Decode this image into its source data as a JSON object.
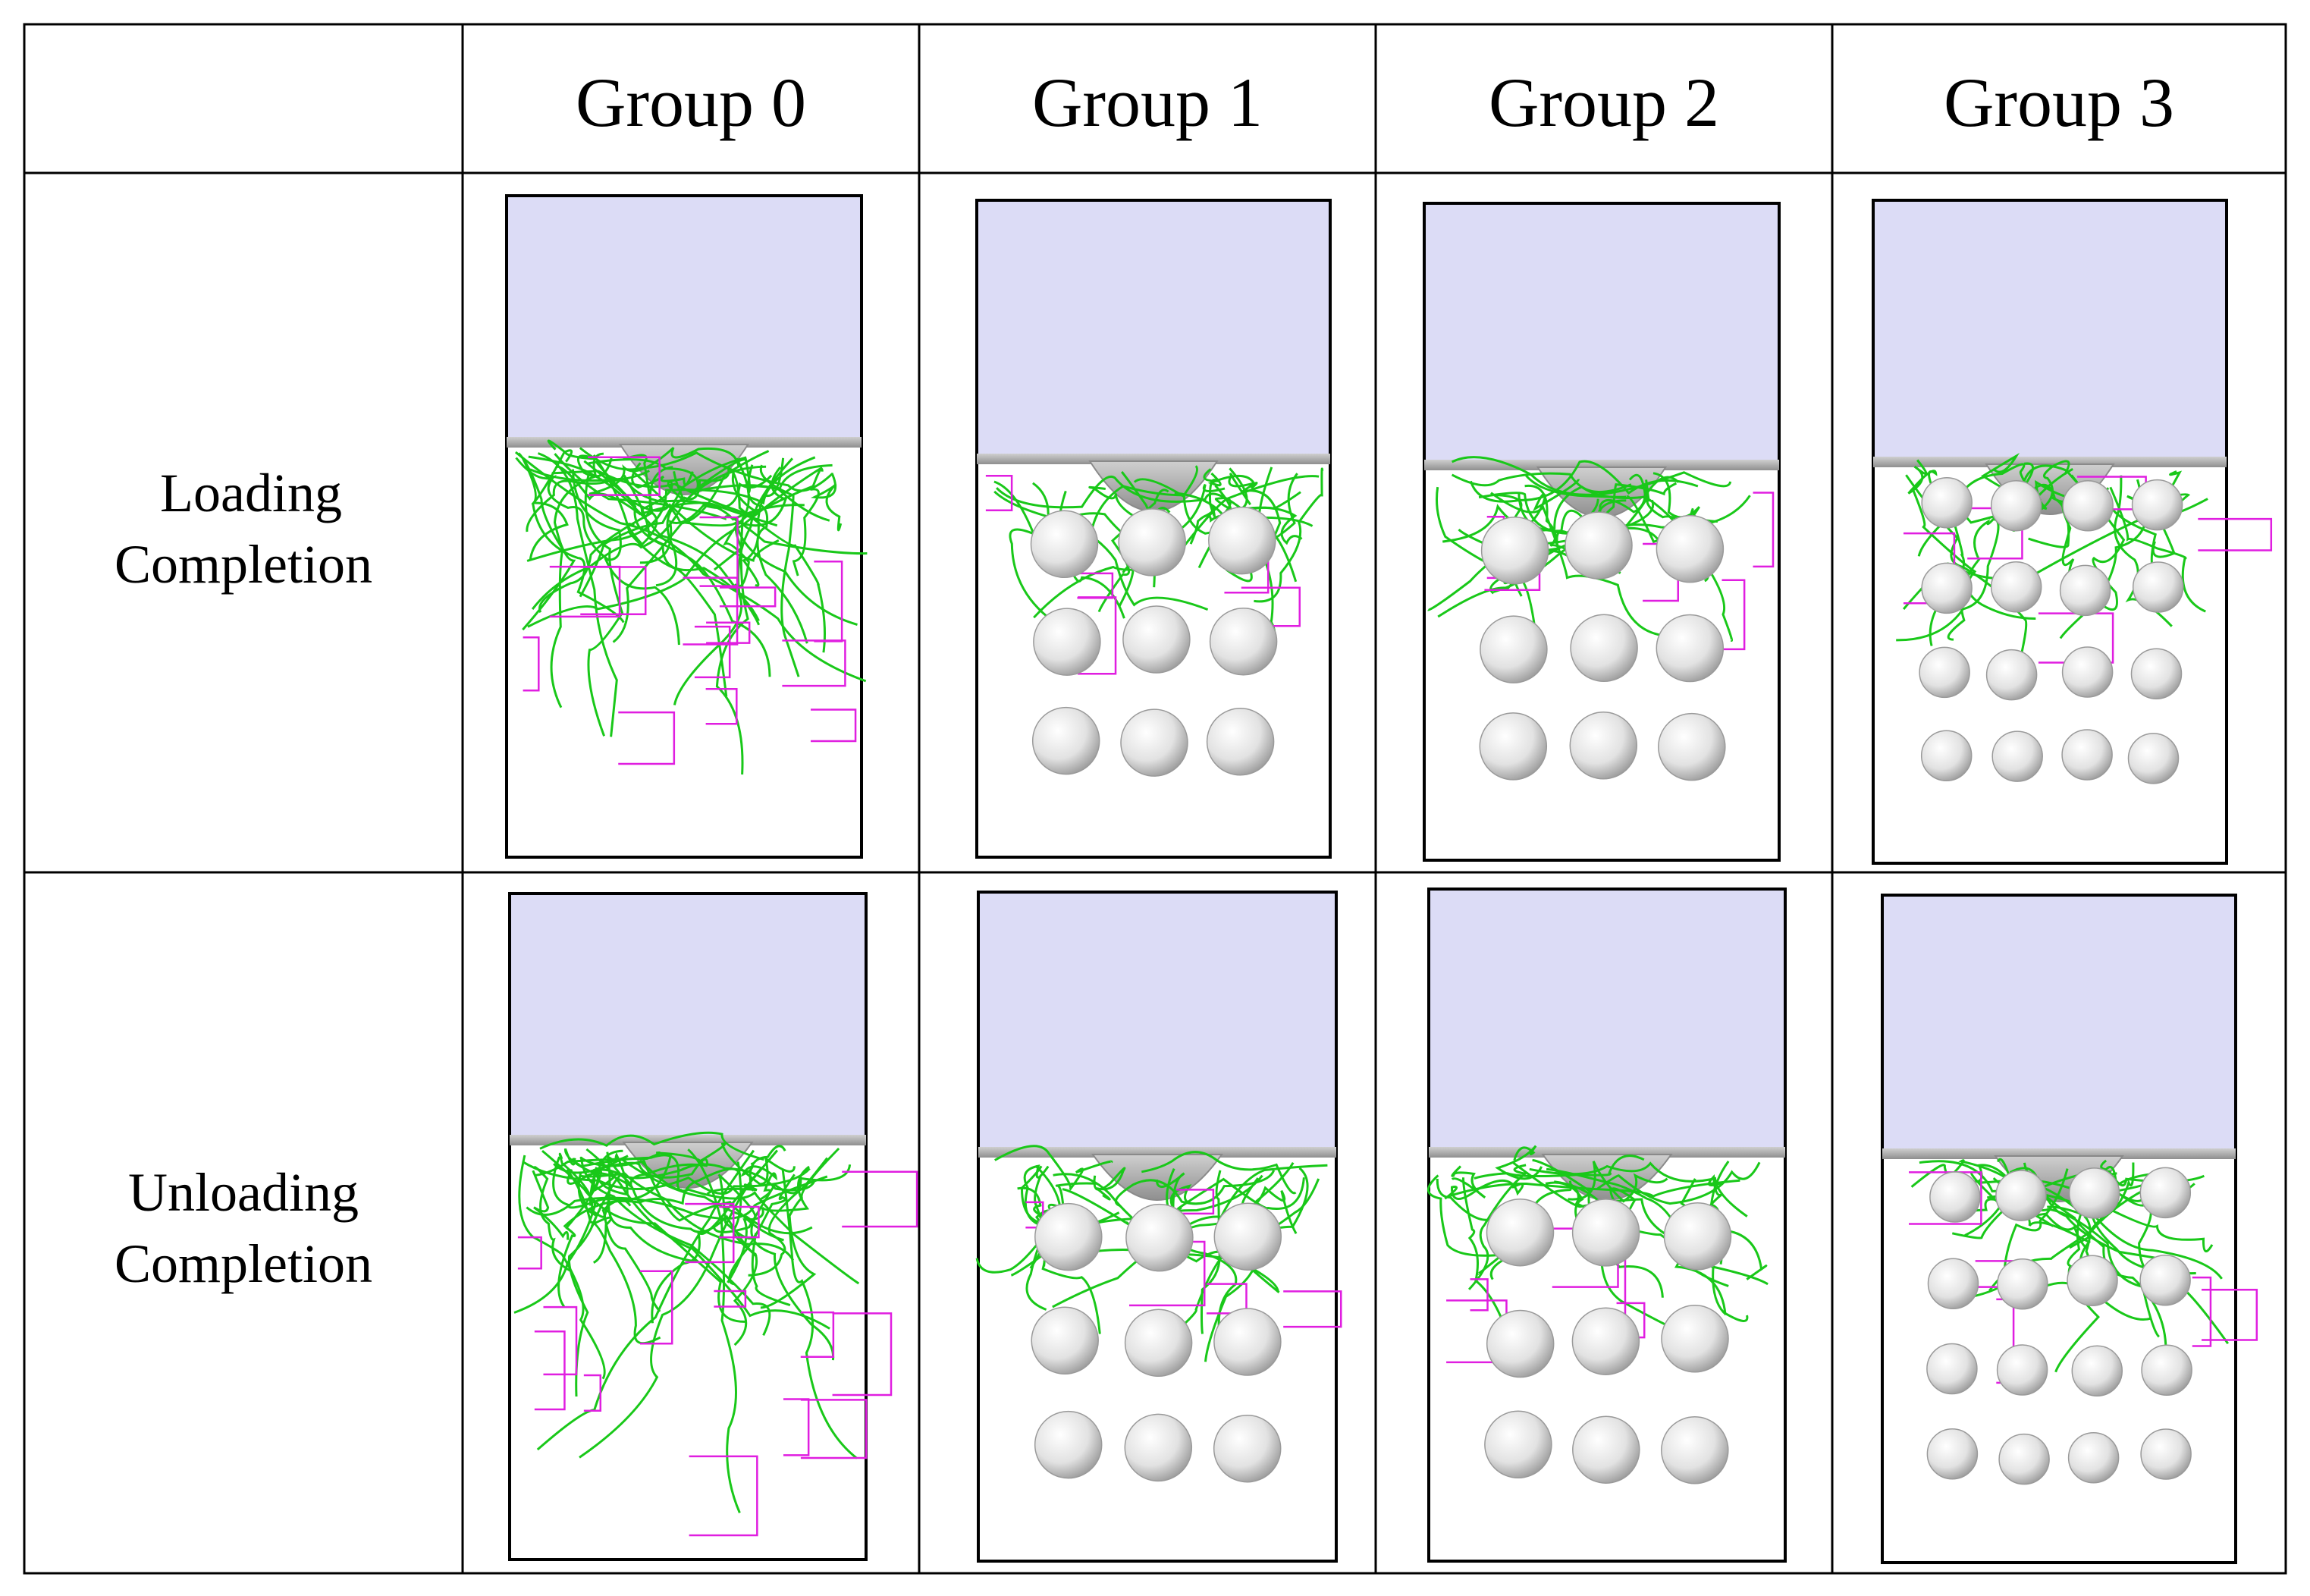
{
  "table": {
    "corner_label": "",
    "column_headers": [
      "Group 0",
      "Group 1",
      "Group 2",
      "Group 3"
    ],
    "row_labels": [
      [
        "Loading",
        "Completion"
      ],
      [
        "Unloading",
        "Completion"
      ]
    ]
  },
  "panels": [
    {
      "row": 0,
      "group": 0,
      "particle_grid": null
    },
    {
      "row": 0,
      "group": 1,
      "particle_grid": [
        3,
        3
      ]
    },
    {
      "row": 0,
      "group": 2,
      "particle_grid": [
        3,
        3
      ]
    },
    {
      "row": 0,
      "group": 3,
      "particle_grid": [
        4,
        4
      ]
    },
    {
      "row": 1,
      "group": 0,
      "particle_grid": null
    },
    {
      "row": 1,
      "group": 1,
      "particle_grid": [
        3,
        3
      ]
    },
    {
      "row": 1,
      "group": 2,
      "particle_grid": [
        3,
        3
      ]
    },
    {
      "row": 1,
      "group": 3,
      "particle_grid": [
        4,
        4
      ]
    }
  ],
  "colors": {
    "indenter": "#dcdcf6",
    "particle": "#e4e4e4",
    "dislocation_primary": "#19c819",
    "dislocation_secondary": "#e01ee0",
    "border": "#000000"
  }
}
